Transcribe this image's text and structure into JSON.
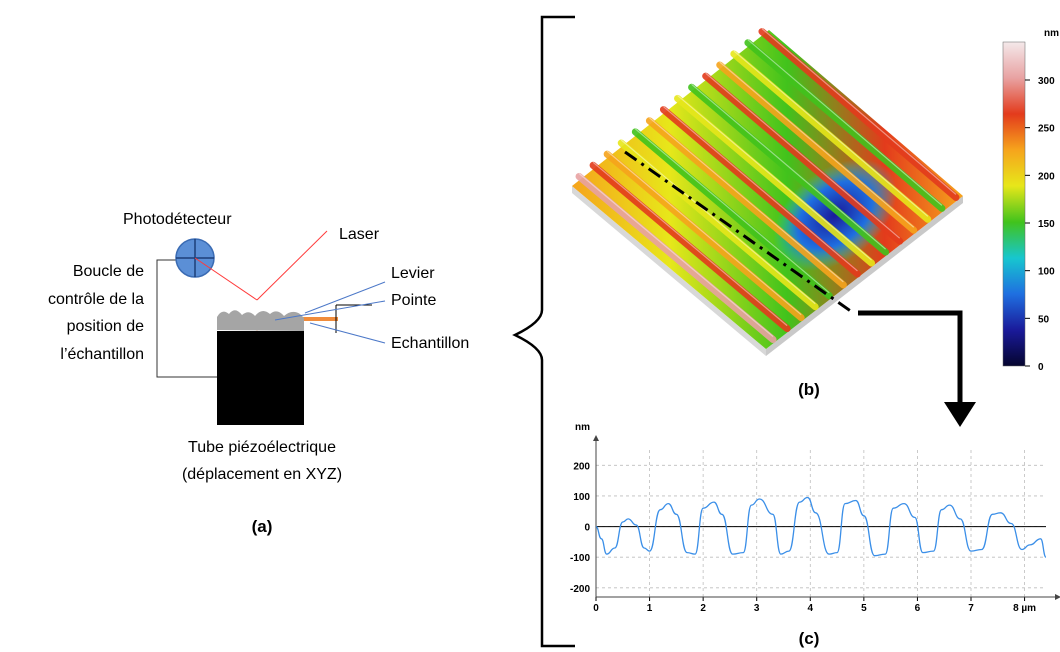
{
  "panel_a": {
    "photodetector": "Photodétecteur",
    "laser": "Laser",
    "lever": "Levier",
    "tip": "Pointe",
    "sample": "Echantillon",
    "loop_lines": [
      "Boucle de",
      "contrôle de la",
      "position de",
      "l’échantillon"
    ],
    "tube_lines": [
      "Tube piézoélectrique",
      "(déplacement en XYZ)"
    ],
    "caption": "(a)"
  },
  "panel_b": {
    "caption": "(b)",
    "colorbar": {
      "unit": "nm",
      "ticks": [
        "300",
        "250",
        "200",
        "150",
        "100",
        "50",
        "0"
      ],
      "colors": [
        "#f4e9ea",
        "#e8a2a2",
        "#e33b1c",
        "#f6a41c",
        "#e7e71a",
        "#41c31c",
        "#17c6cf",
        "#1f6fe0",
        "#1a1a9a",
        "#05052e"
      ]
    }
  },
  "panel_c": {
    "caption": "(c)",
    "chart_data": {
      "type": "line",
      "xlabel": "µm",
      "ylabel": "nm",
      "xlim": [
        0,
        8.4
      ],
      "ylim": [
        -230,
        250
      ],
      "x_ticks": [
        0,
        1,
        2,
        3,
        4,
        5,
        6,
        7,
        8
      ],
      "x_tick_labels": [
        "0",
        "1",
        "2",
        "3",
        "4",
        "5",
        "6",
        "7",
        "8 µm"
      ],
      "y_ticks": [
        200,
        100,
        0,
        -100,
        -200
      ],
      "y_tick_labels": [
        "200",
        "100",
        "0",
        "-100",
        "-200"
      ],
      "grid": true,
      "series": [
        {
          "color": "#3b8fe8",
          "x": [
            0.0,
            0.1,
            0.2,
            0.35,
            0.5,
            0.6,
            0.75,
            0.9,
            1.0,
            1.2,
            1.35,
            1.5,
            1.7,
            1.85,
            2.0,
            2.2,
            2.35,
            2.55,
            2.75,
            2.9,
            3.05,
            3.3,
            3.45,
            3.6,
            3.8,
            3.95,
            4.1,
            4.35,
            4.5,
            4.65,
            4.85,
            5.0,
            5.2,
            5.4,
            5.55,
            5.75,
            5.95,
            6.1,
            6.3,
            6.45,
            6.6,
            6.8,
            7.0,
            7.2,
            7.4,
            7.55,
            7.75,
            7.95,
            8.1,
            8.3,
            8.4
          ],
          "y": [
            0,
            -40,
            -90,
            -70,
            15,
            25,
            5,
            -70,
            -80,
            55,
            75,
            40,
            -85,
            -90,
            60,
            80,
            40,
            -90,
            -85,
            70,
            90,
            40,
            -90,
            -80,
            80,
            95,
            45,
            -90,
            -85,
            75,
            85,
            35,
            -95,
            -90,
            60,
            75,
            30,
            -85,
            -80,
            55,
            70,
            25,
            -80,
            -75,
            40,
            45,
            10,
            -75,
            -60,
            -40,
            -100
          ]
        }
      ]
    }
  }
}
